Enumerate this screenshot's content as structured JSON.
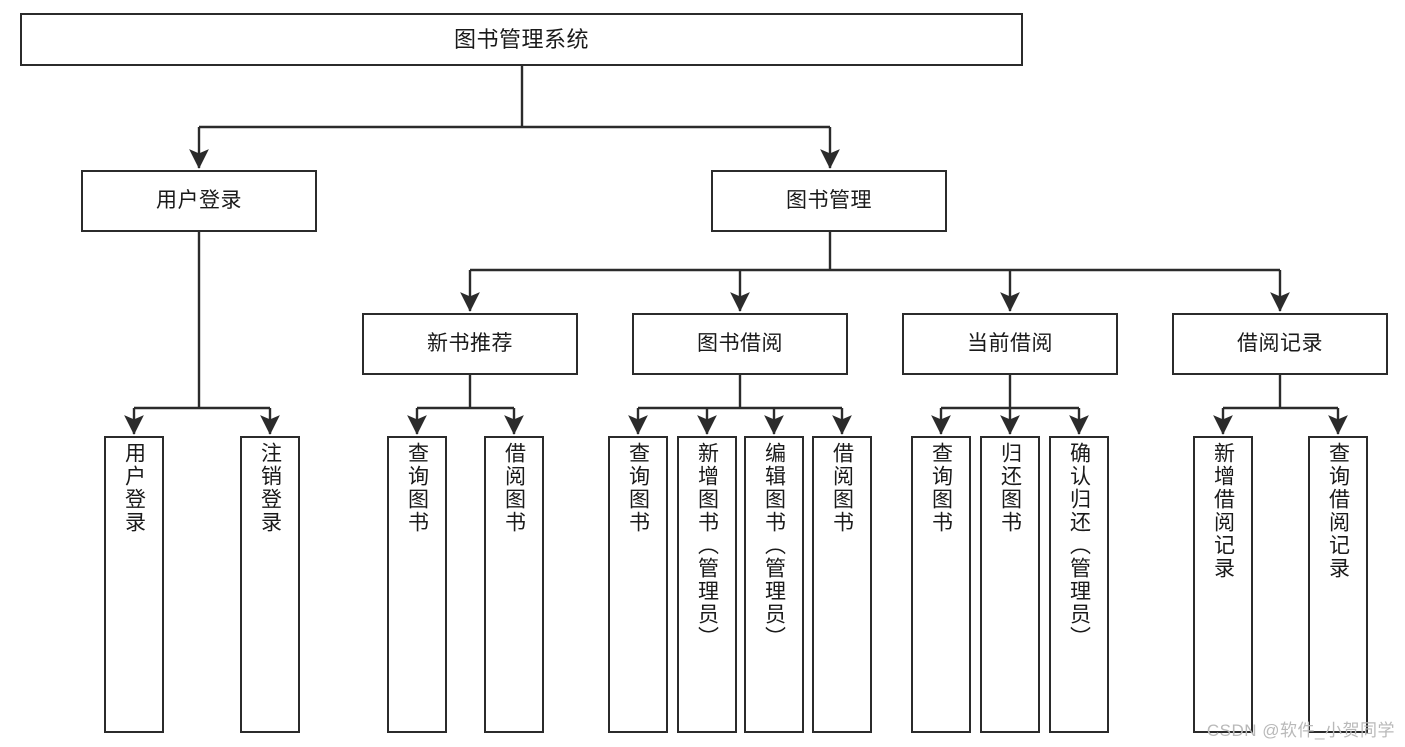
{
  "diagram": {
    "title": "图书管理系统",
    "type": "tree",
    "watermark": "CSDN @软件_小贺同学",
    "colors": {
      "stroke": "#2b2b2b",
      "fill": "#ffffff",
      "text": "#1a1a1a",
      "watermark": "#b9b9b9"
    },
    "nodes": {
      "root": {
        "label": "图书管理系统"
      },
      "level2": [
        {
          "id": "user-login",
          "label": "用户登录"
        },
        {
          "id": "book-manage",
          "label": "图书管理"
        }
      ],
      "level3": [
        {
          "id": "new-book-recommend",
          "label": "新书推荐"
        },
        {
          "id": "book-borrow",
          "label": "图书借阅"
        },
        {
          "id": "current-borrow",
          "label": "当前借阅"
        },
        {
          "id": "borrow-record",
          "label": "借阅记录"
        }
      ],
      "leaves": {
        "user-login": [
          {
            "id": "leaf-user-login",
            "label": "用户登录"
          },
          {
            "id": "leaf-user-logout",
            "label": "注销登录"
          }
        ],
        "new-book-recommend": [
          {
            "id": "leaf-query-book-1",
            "label": "查询图书"
          },
          {
            "id": "leaf-borrow-book-1",
            "label": "借阅图书"
          }
        ],
        "book-borrow": [
          {
            "id": "leaf-query-book-2",
            "label": "查询图书"
          },
          {
            "id": "leaf-add-book",
            "label": "新增图书（管理员）"
          },
          {
            "id": "leaf-edit-book",
            "label": "编辑图书（管理员）"
          },
          {
            "id": "leaf-borrow-book-2",
            "label": "借阅图书"
          }
        ],
        "current-borrow": [
          {
            "id": "leaf-query-book-3",
            "label": "查询图书"
          },
          {
            "id": "leaf-return-book",
            "label": "归还图书"
          },
          {
            "id": "leaf-confirm-return",
            "label": "确认归还（管理员）"
          }
        ],
        "borrow-record": [
          {
            "id": "leaf-add-record",
            "label": "新增借阅记录"
          },
          {
            "id": "leaf-query-record",
            "label": "查询借阅记录"
          }
        ]
      }
    }
  }
}
